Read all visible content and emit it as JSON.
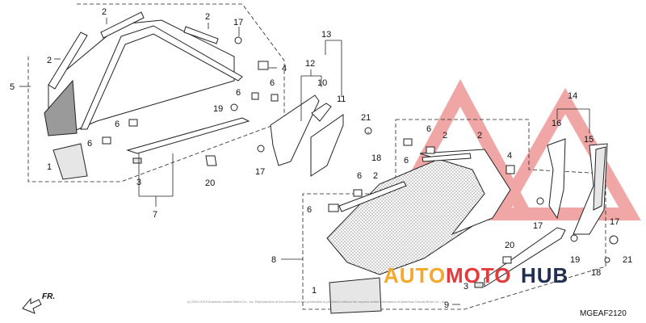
{
  "diagram": {
    "callouts": [
      "1",
      "2",
      "3",
      "4",
      "5",
      "6",
      "7",
      "8",
      "9",
      "10",
      "11",
      "12",
      "13",
      "14",
      "15",
      "16",
      "17",
      "18",
      "19",
      "20",
      "21"
    ],
    "diagram_code": "MGEAF2120",
    "direction_label": "FR.",
    "copyright": "(c) 2002-2019 American Honda Motor Co., Inc. Reproduction of the contents of this publication is prohibited without the express written permission of American Honda Motor Co., Inc.",
    "watermark": {
      "part1": "AUTO",
      "part2": "MOTO",
      "part3": "HUB"
    },
    "colors": {
      "watermark_red": "#e23b3b",
      "watermark_orange": "#f4a92a",
      "watermark_navy": "#1f2f52"
    }
  }
}
